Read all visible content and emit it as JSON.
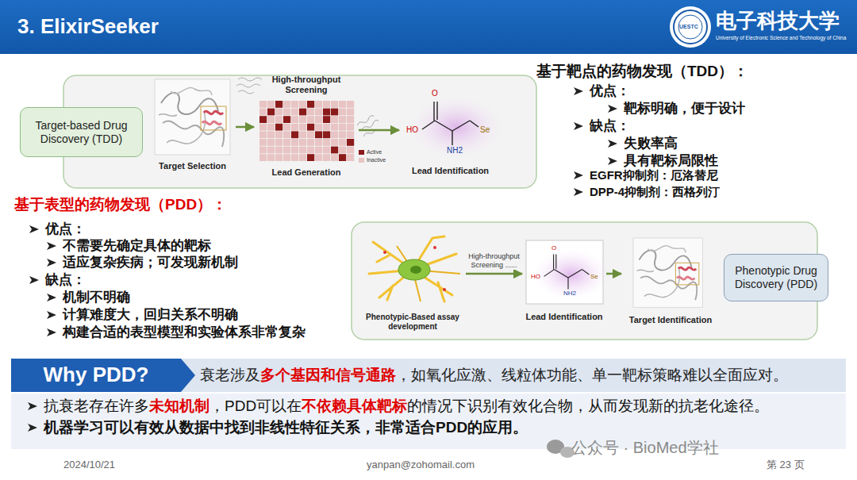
{
  "diagram": {
    "title": "3. ElixirSeeker",
    "nodes": [
      {
        "text": [
          "Target-based Drug Discovery (TDD)"
        ]
      },
      {
        "text": [
          "Target Selection"
        ]
      },
      {
        "text": [
          "High-throughput Screening",
          "Lead Generation"
        ]
      },
      {
        "text": [
          "Lead Identification"
        ]
      },
      {
        "text": [
          "Phenotypic-Based assay development"
        ]
      },
      {
        "text": [
          "Lead Identification"
        ]
      },
      {
        "text": [
          "Target Identification"
        ]
      },
      {
        "text": [
          "Phenotypic Drug Discovery (PDD)"
        ]
      },
      {
        "text": [
          "Why PDD?"
        ]
      },
      {
        "text": [
          "衰老涉及",
          "多个基因和信号通路",
          "，如氧化应激、线粒体功能、单一靶标策略难以全面应对。"
        ]
      }
    ],
    "edges": [
      {
        "from": 1,
        "to": 2,
        "arrow": "to"
      },
      {
        "from": 2,
        "to": 3,
        "arrow": "to"
      },
      {
        "from": 4,
        "to": 5,
        "label": "High-throughput Screening ......",
        "arrow": "to"
      },
      {
        "from": 5,
        "to": 6,
        "arrow": "to"
      }
    ],
    "labels": [
      "UESTC",
      "电子科技大学",
      "University of Electronic Science and Technology of China",
      "HO",
      "O",
      "NH2",
      "Se",
      "HO",
      "O",
      "NH2",
      "Se",
      "基于靶点的药物发现（TDD）：",
      "优点：",
      "靶标明确，便于设计",
      "缺点：",
      "失败率高",
      "具有靶标局限性",
      "EGFR抑制剂：厄洛替尼",
      "DPP-4抑制剂：西格列汀",
      "基于表型的药物发现（PDD）：",
      "优点：",
      "不需要先确定具体的靶标",
      "适应复杂疾病；可发现新机制",
      "缺点：",
      "机制不明确",
      "计算难度大，回归关系不明确",
      "构建合适的表型模型和实验体系非常复杂",
      "抗衰老存在许多",
      "未知机制",
      "，PDD可以在",
      "不依赖具体靶标",
      "的情况下识别有效化合物，从而发现新的抗老化途径。",
      "机器学习可以有效从数据中找到非线性特征关系，非常适合PDD的应用。",
      "2024/10/21",
      "yanpan@zohomail.com",
      "第 23 页",
      "公众号 · BioMed学社"
    ],
    "legend": [
      {
        "text": "Active",
        "color": "#8b1a1a"
      },
      {
        "text": "Inactive",
        "color": "#e8c4c4"
      }
    ]
  }
}
